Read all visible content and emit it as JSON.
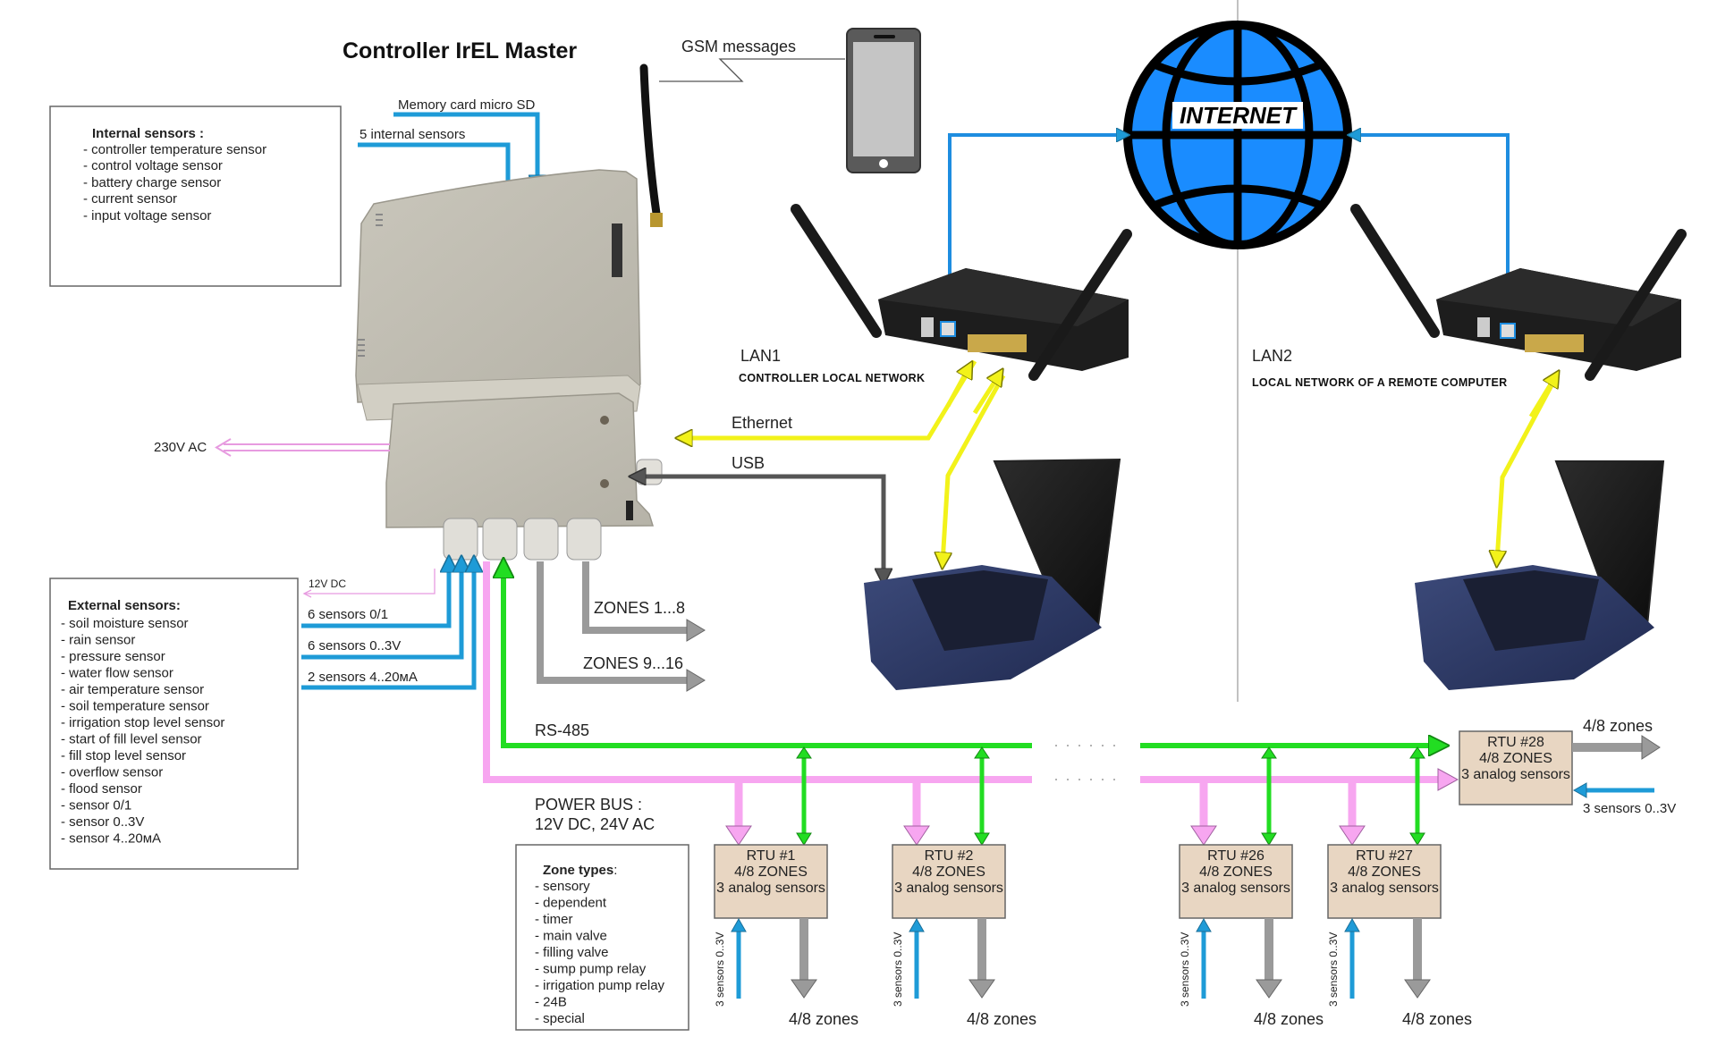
{
  "title": "Controller IrEL Master",
  "callouts": {
    "memory_card": "Memory card micro SD",
    "internal_sensors": "5 internal sensors",
    "gsm": "GSM messages",
    "ac_power": "230V AC",
    "dc_power": "12V DC",
    "ethernet": "Ethernet",
    "usb": "USB"
  },
  "internal_sensors_box": {
    "heading": "Internal sensors :",
    "items": [
      "- controller temperature sensor",
      "- control voltage sensor",
      "- battery charge sensor",
      "- current sensor",
      "- input voltage sensor"
    ]
  },
  "external_sensors_box": {
    "heading": "External sensors:",
    "items": [
      "- soil moisture sensor",
      "- rain sensor",
      "- pressure sensor",
      "- water flow sensor",
      "- air temperature sensor",
      "- soil temperature sensor",
      "- irrigation stop level sensor",
      "- start of fill level sensor",
      "- fill stop level sensor",
      "- overflow sensor",
      "- flood sensor",
      "- sensor 0/1",
      "- sensor 0..3V",
      "- sensor 4..20мA"
    ]
  },
  "sensor_inputs": [
    "6 sensors 0/1",
    "6 sensors 0..3V",
    "2 sensors 4..20мA"
  ],
  "zone_outputs": [
    "ZONES 1...8",
    "ZONES 9...16"
  ],
  "buses": {
    "rs485": "RS-485",
    "power_line1": "POWER BUS :",
    "power_line2": "12V DC,  24V AC"
  },
  "zone_types_box": {
    "heading": "Zone types",
    "heading_suffix": ":",
    "items": [
      "- sensory",
      "- dependent",
      "- timer",
      "- main valve",
      "- filling valve",
      "- sump pump relay",
      "- irrigation pump relay",
      "- 24B",
      "- special"
    ]
  },
  "rtus": [
    {
      "name": "RTU #1",
      "zones": "4/8 ZONES",
      "sensors": "3 analog sensors",
      "sensor_input": "3 sensors 0..3V",
      "output": "4/8 zones"
    },
    {
      "name": "RTU #2",
      "zones": "4/8 ZONES",
      "sensors": "3 analog sensors",
      "sensor_input": "3 sensors 0..3V",
      "output": "4/8 zones"
    },
    {
      "name": "RTU #26",
      "zones": "4/8 ZONES",
      "sensors": "3 analog sensors",
      "sensor_input": "3 sensors 0..3V",
      "output": "4/8 zones"
    },
    {
      "name": "RTU #27",
      "zones": "4/8 ZONES",
      "sensors": "3 analog sensors",
      "sensor_input": "3 sensors 0..3V",
      "output": "4/8 zones"
    },
    {
      "name": "RTU #28",
      "zones": "4/8 ZONES",
      "sensors": "3 analog sensors",
      "sensor_input": "3 sensors 0..3V",
      "output": "4/8 zones"
    }
  ],
  "networks": {
    "lan1_title": "LAN1",
    "lan1_subtitle": "CONTROLLER LOCAL NETWORK",
    "lan2_title": "LAN2",
    "lan2_subtitle": "LOCAL NETWORK OF A REMOTE COMPUTER",
    "internet": "INTERNET"
  },
  "colors": {
    "sensor_blue": "#1e9bd7",
    "rs485_green": "#22dd22",
    "power_pink": "#f7a6f0",
    "zone_gray": "#9a9a9a",
    "ethernet_yellow": "#f2f21a",
    "usb_dark": "#555555",
    "globe_blue": "#1a8cff",
    "rtu_fill": "#e8d6c2"
  }
}
